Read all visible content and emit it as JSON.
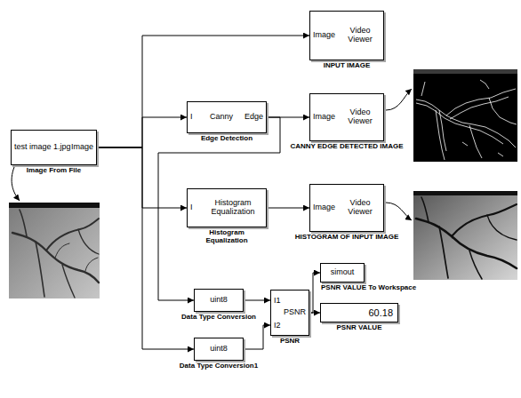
{
  "diagram": {
    "nodes": [
      {
        "text": [
          "Image",
          "Video Viewer",
          "INPUT IMAGE"
        ]
      },
      {
        "text": [
          "I",
          "Canny",
          "Edge",
          "Edge Detection"
        ]
      },
      {
        "text": [
          "Image",
          "Video Viewer",
          "CANNY EDGE DETECTED IMAGE"
        ]
      },
      {
        "text": [
          "test image 1.jpg",
          "Image",
          "Image From File"
        ]
      },
      {
        "text": [
          "I",
          "Histogram Equalization",
          "Histogram Equalization"
        ]
      },
      {
        "text": [
          "Image",
          "Video Viewer",
          "HISTOGRAM OF INPUT IMAGE"
        ]
      },
      {
        "text": [
          "simout",
          "PSNR VALUE To Workspace"
        ]
      },
      {
        "text": [
          "uint8",
          "Data Type Conversion"
        ]
      },
      {
        "text": [
          "I1",
          "I2",
          "PSNR",
          "PSNR"
        ]
      },
      {
        "text": [
          "60.18",
          "PSNR VALUE"
        ]
      },
      {
        "text": [
          "uint8",
          "Data Type Conversion1"
        ]
      }
    ],
    "edges": [
      {
        "from": 3,
        "to": 0,
        "arrow": "to"
      },
      {
        "from": 3,
        "to": 1,
        "arrow": "to"
      },
      {
        "from": 3,
        "to": 4,
        "arrow": "to"
      },
      {
        "from": 3,
        "to": 10,
        "arrow": "to"
      },
      {
        "from": 1,
        "to": 2,
        "arrow": "to"
      },
      {
        "from": 1,
        "to": 7,
        "arrow": "to"
      },
      {
        "from": 4,
        "to": 5,
        "arrow": "to"
      },
      {
        "from": 7,
        "to": 8,
        "arrow": "to"
      },
      {
        "from": 10,
        "to": 8,
        "arrow": "to"
      },
      {
        "from": 8,
        "to": 6,
        "arrow": "to"
      },
      {
        "from": 8,
        "to": 9,
        "arrow": "to"
      }
    ]
  }
}
